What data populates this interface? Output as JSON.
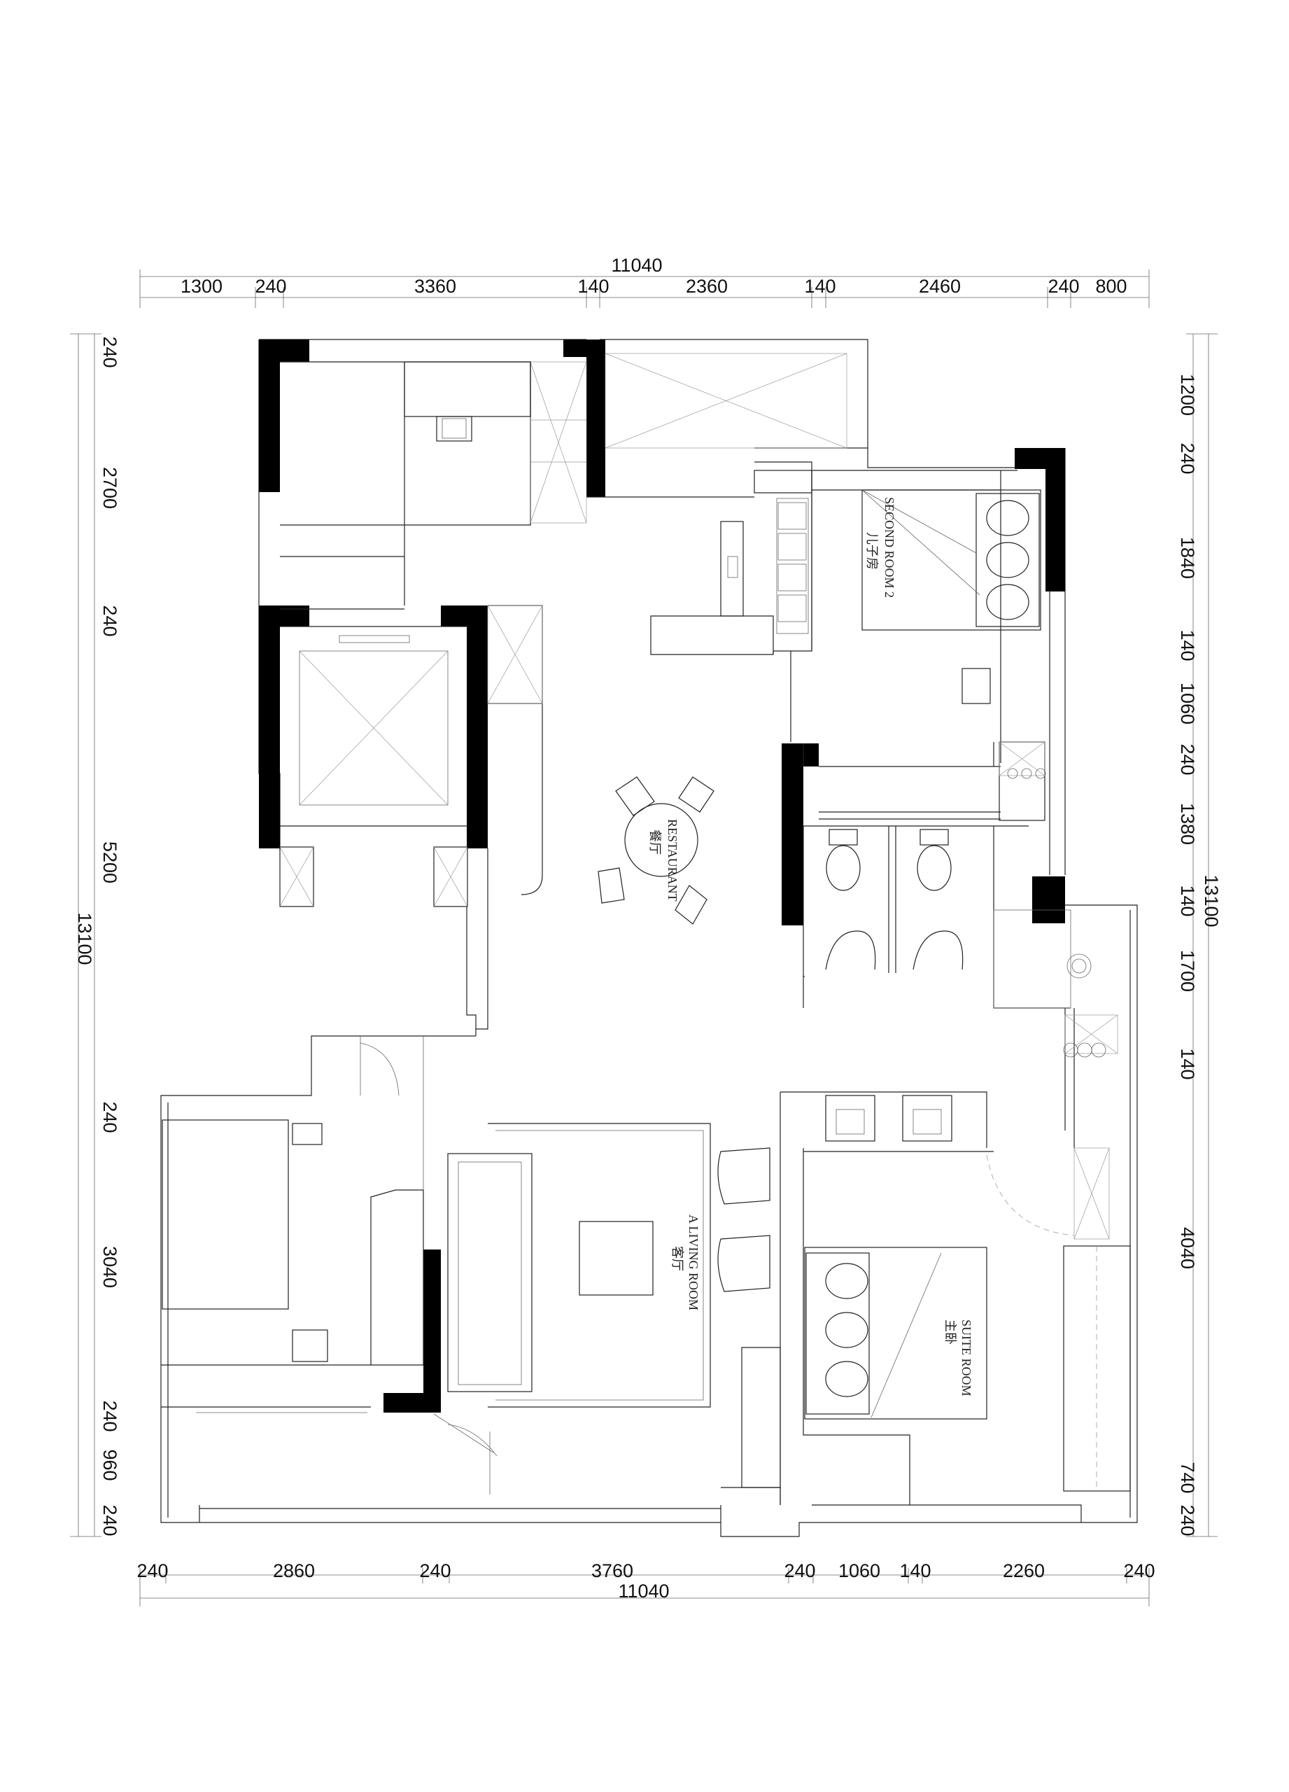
{
  "dimensions": {
    "top_total": "11040",
    "top_segments": [
      "1300",
      "240",
      "3360",
      "140",
      "2360",
      "140",
      "2460",
      "240",
      "800"
    ],
    "bottom_total": "11040",
    "bottom_segments": [
      "240",
      "2860",
      "240",
      "3760",
      "240",
      "1060",
      "140",
      "2260",
      "240"
    ],
    "left_total": "13100",
    "left_segments": [
      "240",
      "2700",
      "240",
      "5200",
      "240",
      "3040",
      "240",
      "960",
      "240"
    ],
    "right_total": "13100",
    "right_segments": [
      "1200",
      "240",
      "1840",
      "140",
      "1060",
      "240",
      "1380",
      "140",
      "1700",
      "140",
      "4040",
      "740",
      "240"
    ]
  },
  "rooms": {
    "second_room": {
      "en": "SECOND ROOM 2",
      "cn": "儿子房"
    },
    "restaurant": {
      "en": "RESTAURANT",
      "cn": "餐厅"
    },
    "living_room": {
      "en": "A LIVING ROOM",
      "cn": "客厅"
    },
    "suite_room": {
      "en": "SUITE ROOM",
      "cn": "主卧"
    }
  }
}
